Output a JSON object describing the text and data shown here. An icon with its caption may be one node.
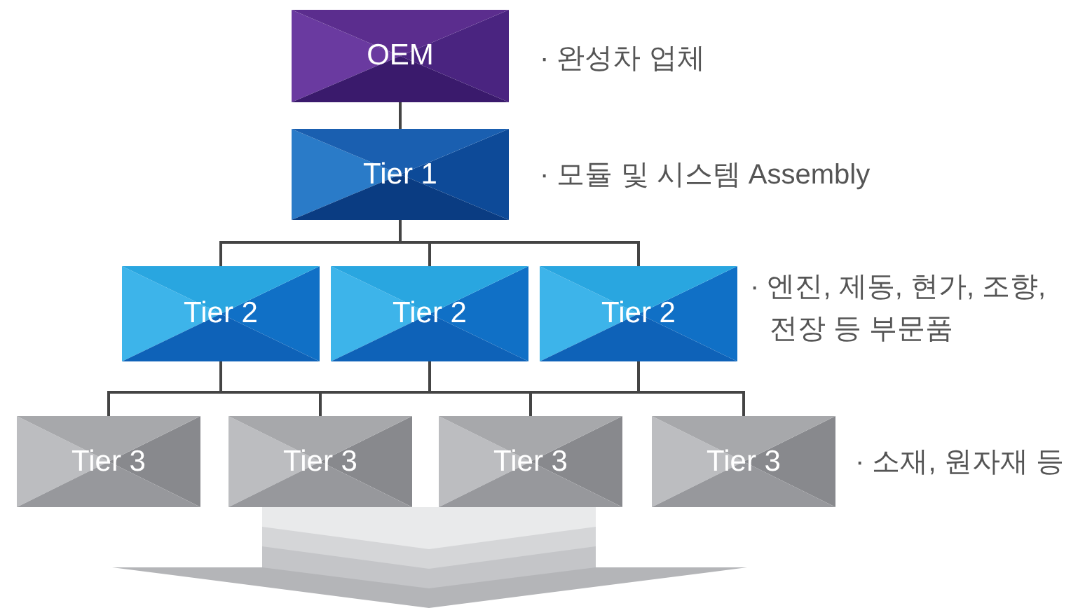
{
  "diagram": {
    "nodes": [
      {
        "text": [
          "OEM"
        ]
      },
      {
        "text": [
          "Tier 1"
        ]
      },
      {
        "text": [
          "Tier 2"
        ]
      },
      {
        "text": [
          "Tier 2"
        ]
      },
      {
        "text": [
          "Tier 2"
        ]
      },
      {
        "text": [
          "Tier 3"
        ]
      },
      {
        "text": [
          "Tier 3"
        ]
      },
      {
        "text": [
          "Tier 3"
        ]
      },
      {
        "text": [
          "Tier 3"
        ]
      }
    ],
    "edges": [
      {
        "from": 0,
        "to": 1,
        "arrow": "none"
      },
      {
        "from": 1,
        "to": 2,
        "arrow": "none"
      },
      {
        "from": 1,
        "to": 3,
        "arrow": "none"
      },
      {
        "from": 1,
        "to": 4,
        "arrow": "none"
      },
      {
        "from": 2,
        "to": 5,
        "arrow": "none"
      },
      {
        "from": 2,
        "to": 6,
        "arrow": "none"
      },
      {
        "from": 2,
        "to": 7,
        "arrow": "none"
      },
      {
        "from": 2,
        "to": 8,
        "arrow": "none"
      },
      {
        "from": 3,
        "to": 5,
        "arrow": "none"
      },
      {
        "from": 3,
        "to": 6,
        "arrow": "none"
      },
      {
        "from": 3,
        "to": 7,
        "arrow": "none"
      },
      {
        "from": 3,
        "to": 8,
        "arrow": "none"
      },
      {
        "from": 4,
        "to": 5,
        "arrow": "none"
      },
      {
        "from": 4,
        "to": 6,
        "arrow": "none"
      },
      {
        "from": 4,
        "to": 7,
        "arrow": "none"
      },
      {
        "from": 4,
        "to": 8,
        "arrow": "none"
      }
    ],
    "labels": [
      "· 완성차 업체",
      "· 모듈 및 시스템 Assembly",
      "· 엔진, 제동, 현가, 조향, 전장 등 부문품",
      "· 소재, 원자재 등"
    ]
  }
}
